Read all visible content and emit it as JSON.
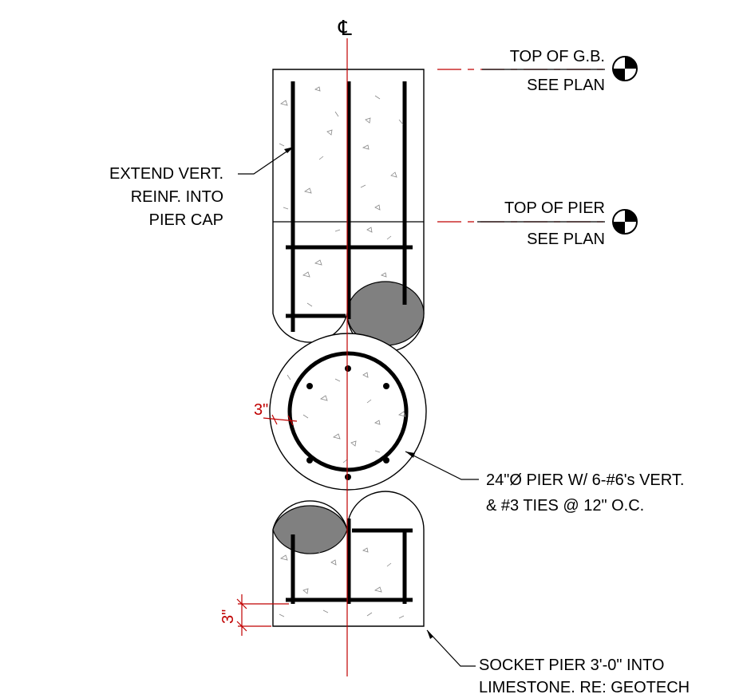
{
  "centerline_symbol": "℄",
  "levels": {
    "top_gb": {
      "title": "TOP OF G.B.",
      "sub": "SEE PLAN",
      "icon": "elevation-marker-icon"
    },
    "top_pier": {
      "title": "TOP OF PIER",
      "sub": "SEE PLAN",
      "icon": "elevation-marker-icon"
    }
  },
  "notes": {
    "extend": [
      "EXTEND VERT.",
      "REINF. INTO",
      "PIER CAP"
    ],
    "pier": [
      "24\"Ø PIER W/ 6-#6's VERT.",
      "& #3 TIES @ 12\" O.C."
    ],
    "socket": [
      "SOCKET PIER 3'-0\" INTO",
      "LIMESTONE. RE: GEOTECH"
    ]
  },
  "dimensions": {
    "cover_section": "3\"",
    "cover_bottom": "3\""
  },
  "colors": {
    "dimension": "#c00000",
    "cut_fill": "#808080"
  }
}
